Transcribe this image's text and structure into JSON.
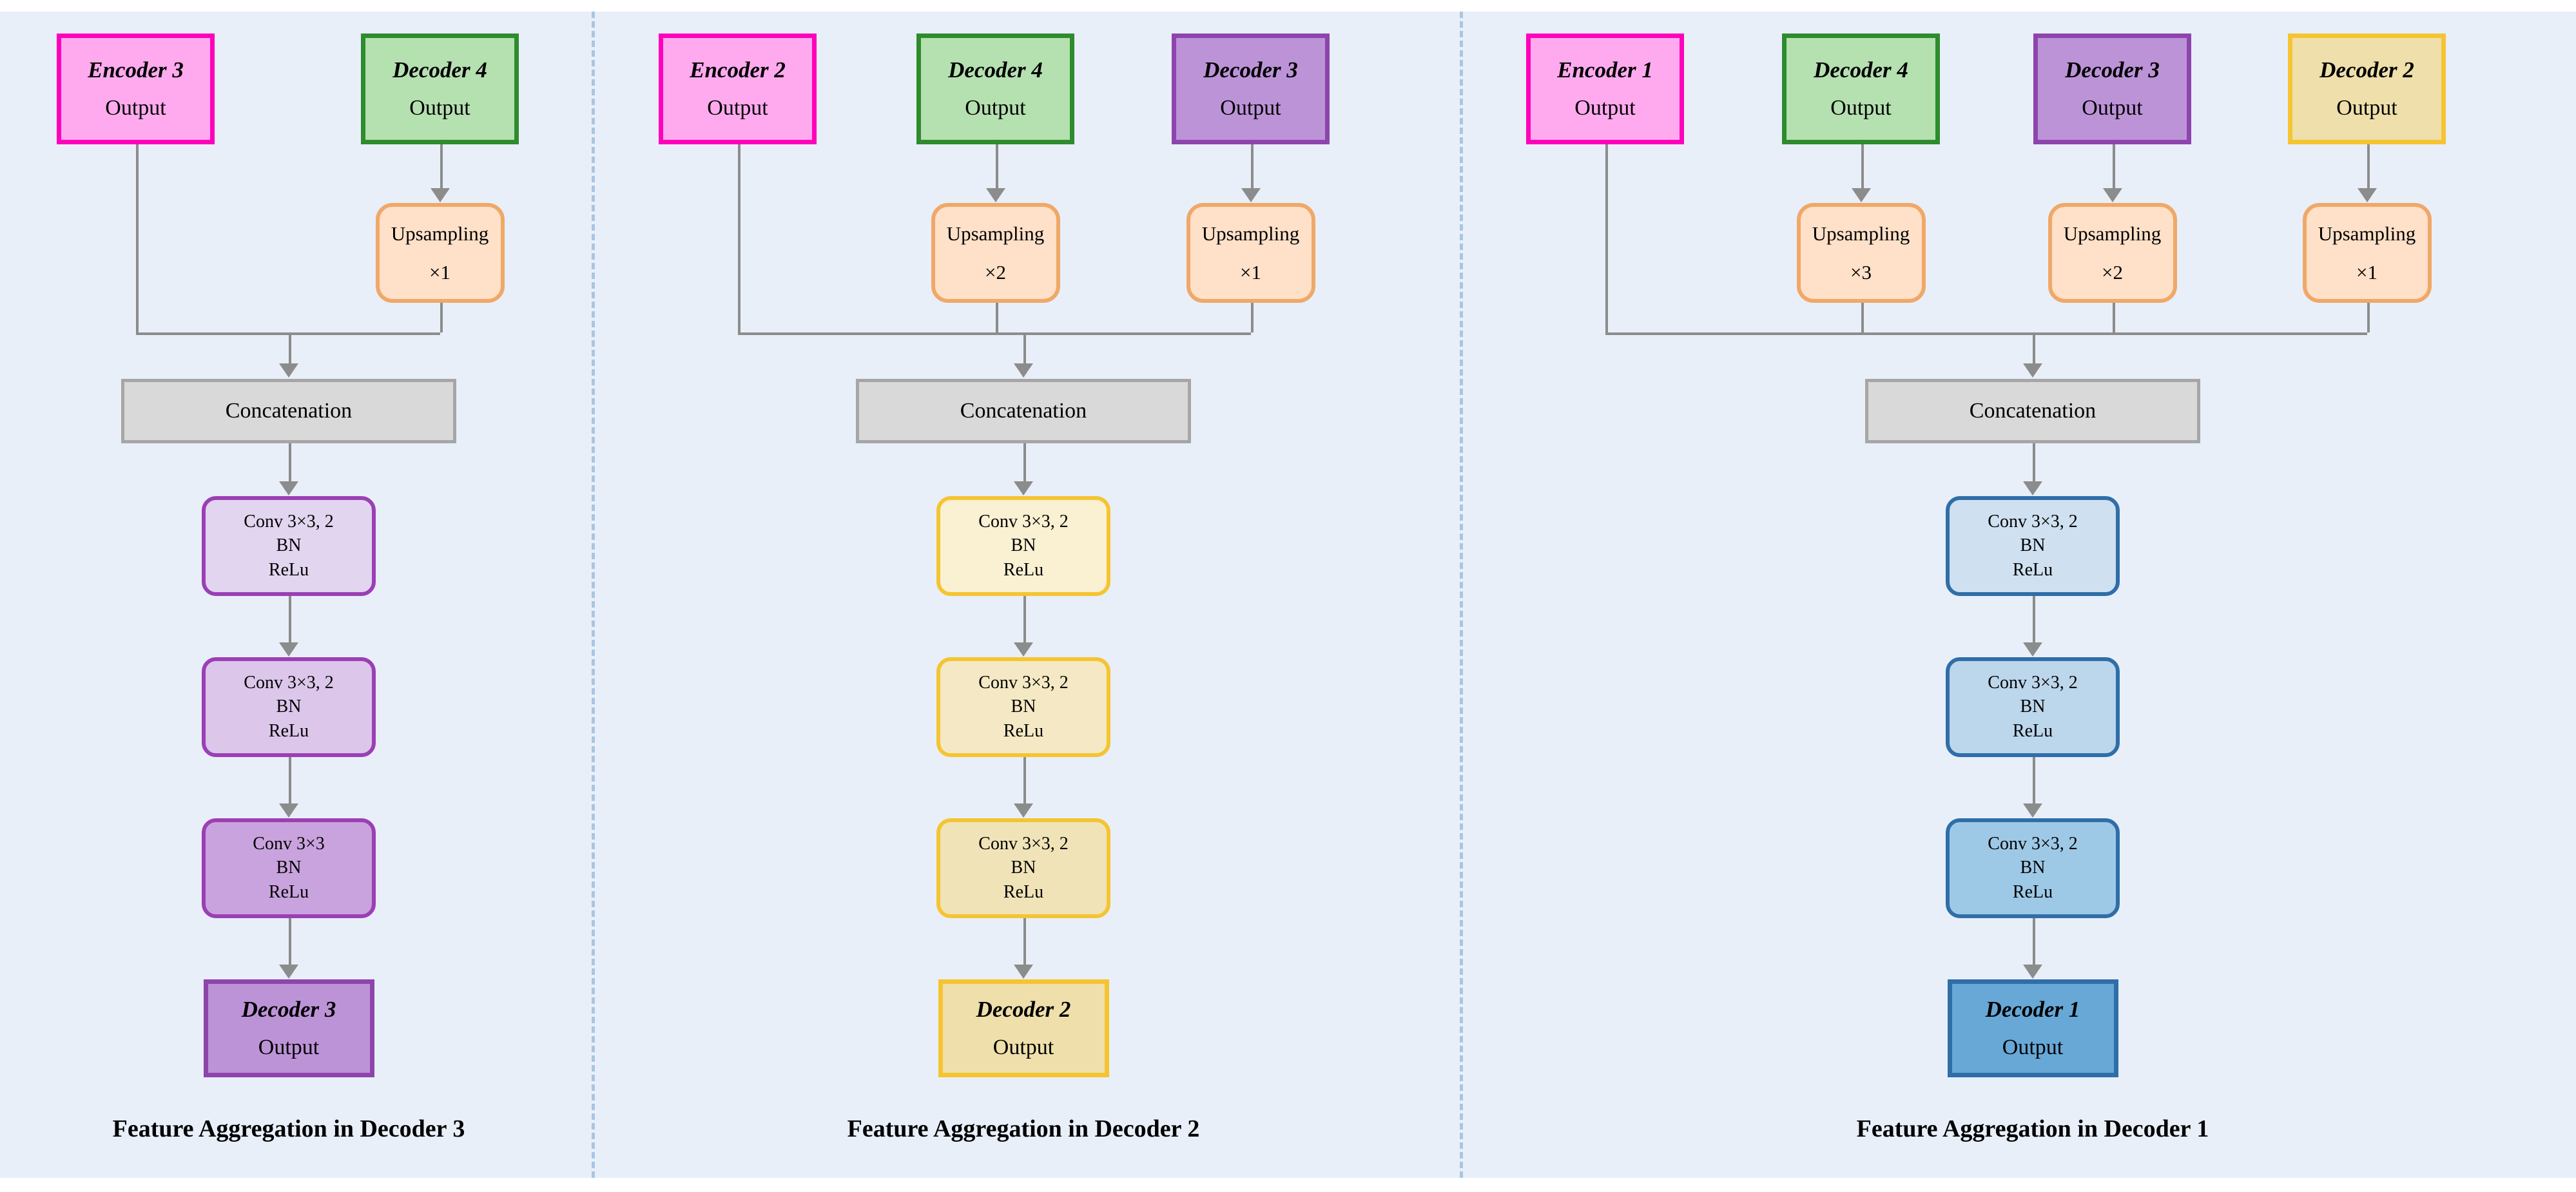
{
  "figure": {
    "background": "#e8eff9",
    "divider_color": "#a9c6e2",
    "connector_color": "#8c8c8c"
  },
  "labels": {
    "output": "Output",
    "upsampling": "Upsampling",
    "concatenation": "Concatenation",
    "bn": "BN",
    "relu": "ReLu",
    "conv_stride2": "Conv 3×3, 2",
    "conv_plain": "Conv 3×3"
  },
  "panels": [
    {
      "id": "decoder3",
      "caption": "Feature Aggregation in Decoder 3",
      "inputs": [
        {
          "title": "Encoder 3",
          "sub": "Output",
          "fill": "#ffaaee",
          "border": "#ff00bb",
          "upsample": null
        },
        {
          "title": "Decoder 4",
          "sub": "Output",
          "fill": "#b5e0b0",
          "border": "#2e8b2e",
          "upsample": "×1"
        }
      ],
      "concat": "Concatenation",
      "convs": [
        {
          "line1": "Conv 3×3, 2",
          "line2": "BN",
          "line3": "ReLu",
          "fill": "#e2d5ef",
          "border": "#9b3fb5"
        },
        {
          "line1": "Conv 3×3, 2",
          "line2": "BN",
          "line3": "ReLu",
          "fill": "#dcc6ea",
          "border": "#9b3fb5"
        },
        {
          "line1": "Conv 3×3",
          "line2": "BN",
          "line3": "ReLu",
          "fill": "#c9a3dd",
          "border": "#9b3fb5"
        }
      ],
      "output": {
        "title": "Decoder 3",
        "sub": "Output",
        "fill": "#bd93d8",
        "border": "#8e44ad"
      }
    },
    {
      "id": "decoder2",
      "caption": "Feature Aggregation in Decoder 2",
      "inputs": [
        {
          "title": "Encoder 2",
          "sub": "Output",
          "fill": "#ffaaee",
          "border": "#ff00bb",
          "upsample": null
        },
        {
          "title": "Decoder 4",
          "sub": "Output",
          "fill": "#b5e0b0",
          "border": "#2e8b2e",
          "upsample": "×2"
        },
        {
          "title": "Decoder 3",
          "sub": "Output",
          "fill": "#bd93d8",
          "border": "#8e44ad",
          "upsample": "×1"
        }
      ],
      "concat": "Concatenation",
      "convs": [
        {
          "line1": "Conv 3×3, 2",
          "line2": "BN",
          "line3": "ReLu",
          "fill": "#faf0d2",
          "border": "#f5c431"
        },
        {
          "line1": "Conv 3×3, 2",
          "line2": "BN",
          "line3": "ReLu",
          "fill": "#f4e9c4",
          "border": "#f5c431"
        },
        {
          "line1": "Conv 3×3, 2",
          "line2": "BN",
          "line3": "ReLu",
          "fill": "#f0e3b8",
          "border": "#f5c431"
        }
      ],
      "output": {
        "title": "Decoder 2",
        "sub": "Output",
        "fill": "#eedfab",
        "border": "#f5c431"
      }
    },
    {
      "id": "decoder1",
      "caption": "Feature Aggregation in Decoder 1",
      "inputs": [
        {
          "title": "Encoder 1",
          "sub": "Output",
          "fill": "#ffaaee",
          "border": "#ff00bb",
          "upsample": null
        },
        {
          "title": "Decoder 4",
          "sub": "Output",
          "fill": "#b5e0b0",
          "border": "#2e8b2e",
          "upsample": "×3"
        },
        {
          "title": "Decoder 3",
          "sub": "Output",
          "fill": "#bd93d8",
          "border": "#8e44ad",
          "upsample": "×2"
        },
        {
          "title": "Decoder 2",
          "sub": "Output",
          "fill": "#eedfab",
          "border": "#f5c431",
          "upsample": "×1"
        }
      ],
      "concat": "Concatenation",
      "convs": [
        {
          "line1": "Conv 3×3, 2",
          "line2": "BN",
          "line3": "ReLu",
          "fill": "#cfe0f0",
          "border": "#2f6ea8"
        },
        {
          "line1": "Conv 3×3, 2",
          "line2": "BN",
          "line3": "ReLu",
          "fill": "#bcd6ec",
          "border": "#2f6ea8"
        },
        {
          "line1": "Conv 3×3, 2",
          "line2": "BN",
          "line3": "ReLu",
          "fill": "#9ec9e6",
          "border": "#2f6ea8"
        }
      ],
      "output": {
        "title": "Decoder 1",
        "sub": "Output",
        "fill": "#67a8d6",
        "border": "#2f6ea8"
      }
    }
  ]
}
